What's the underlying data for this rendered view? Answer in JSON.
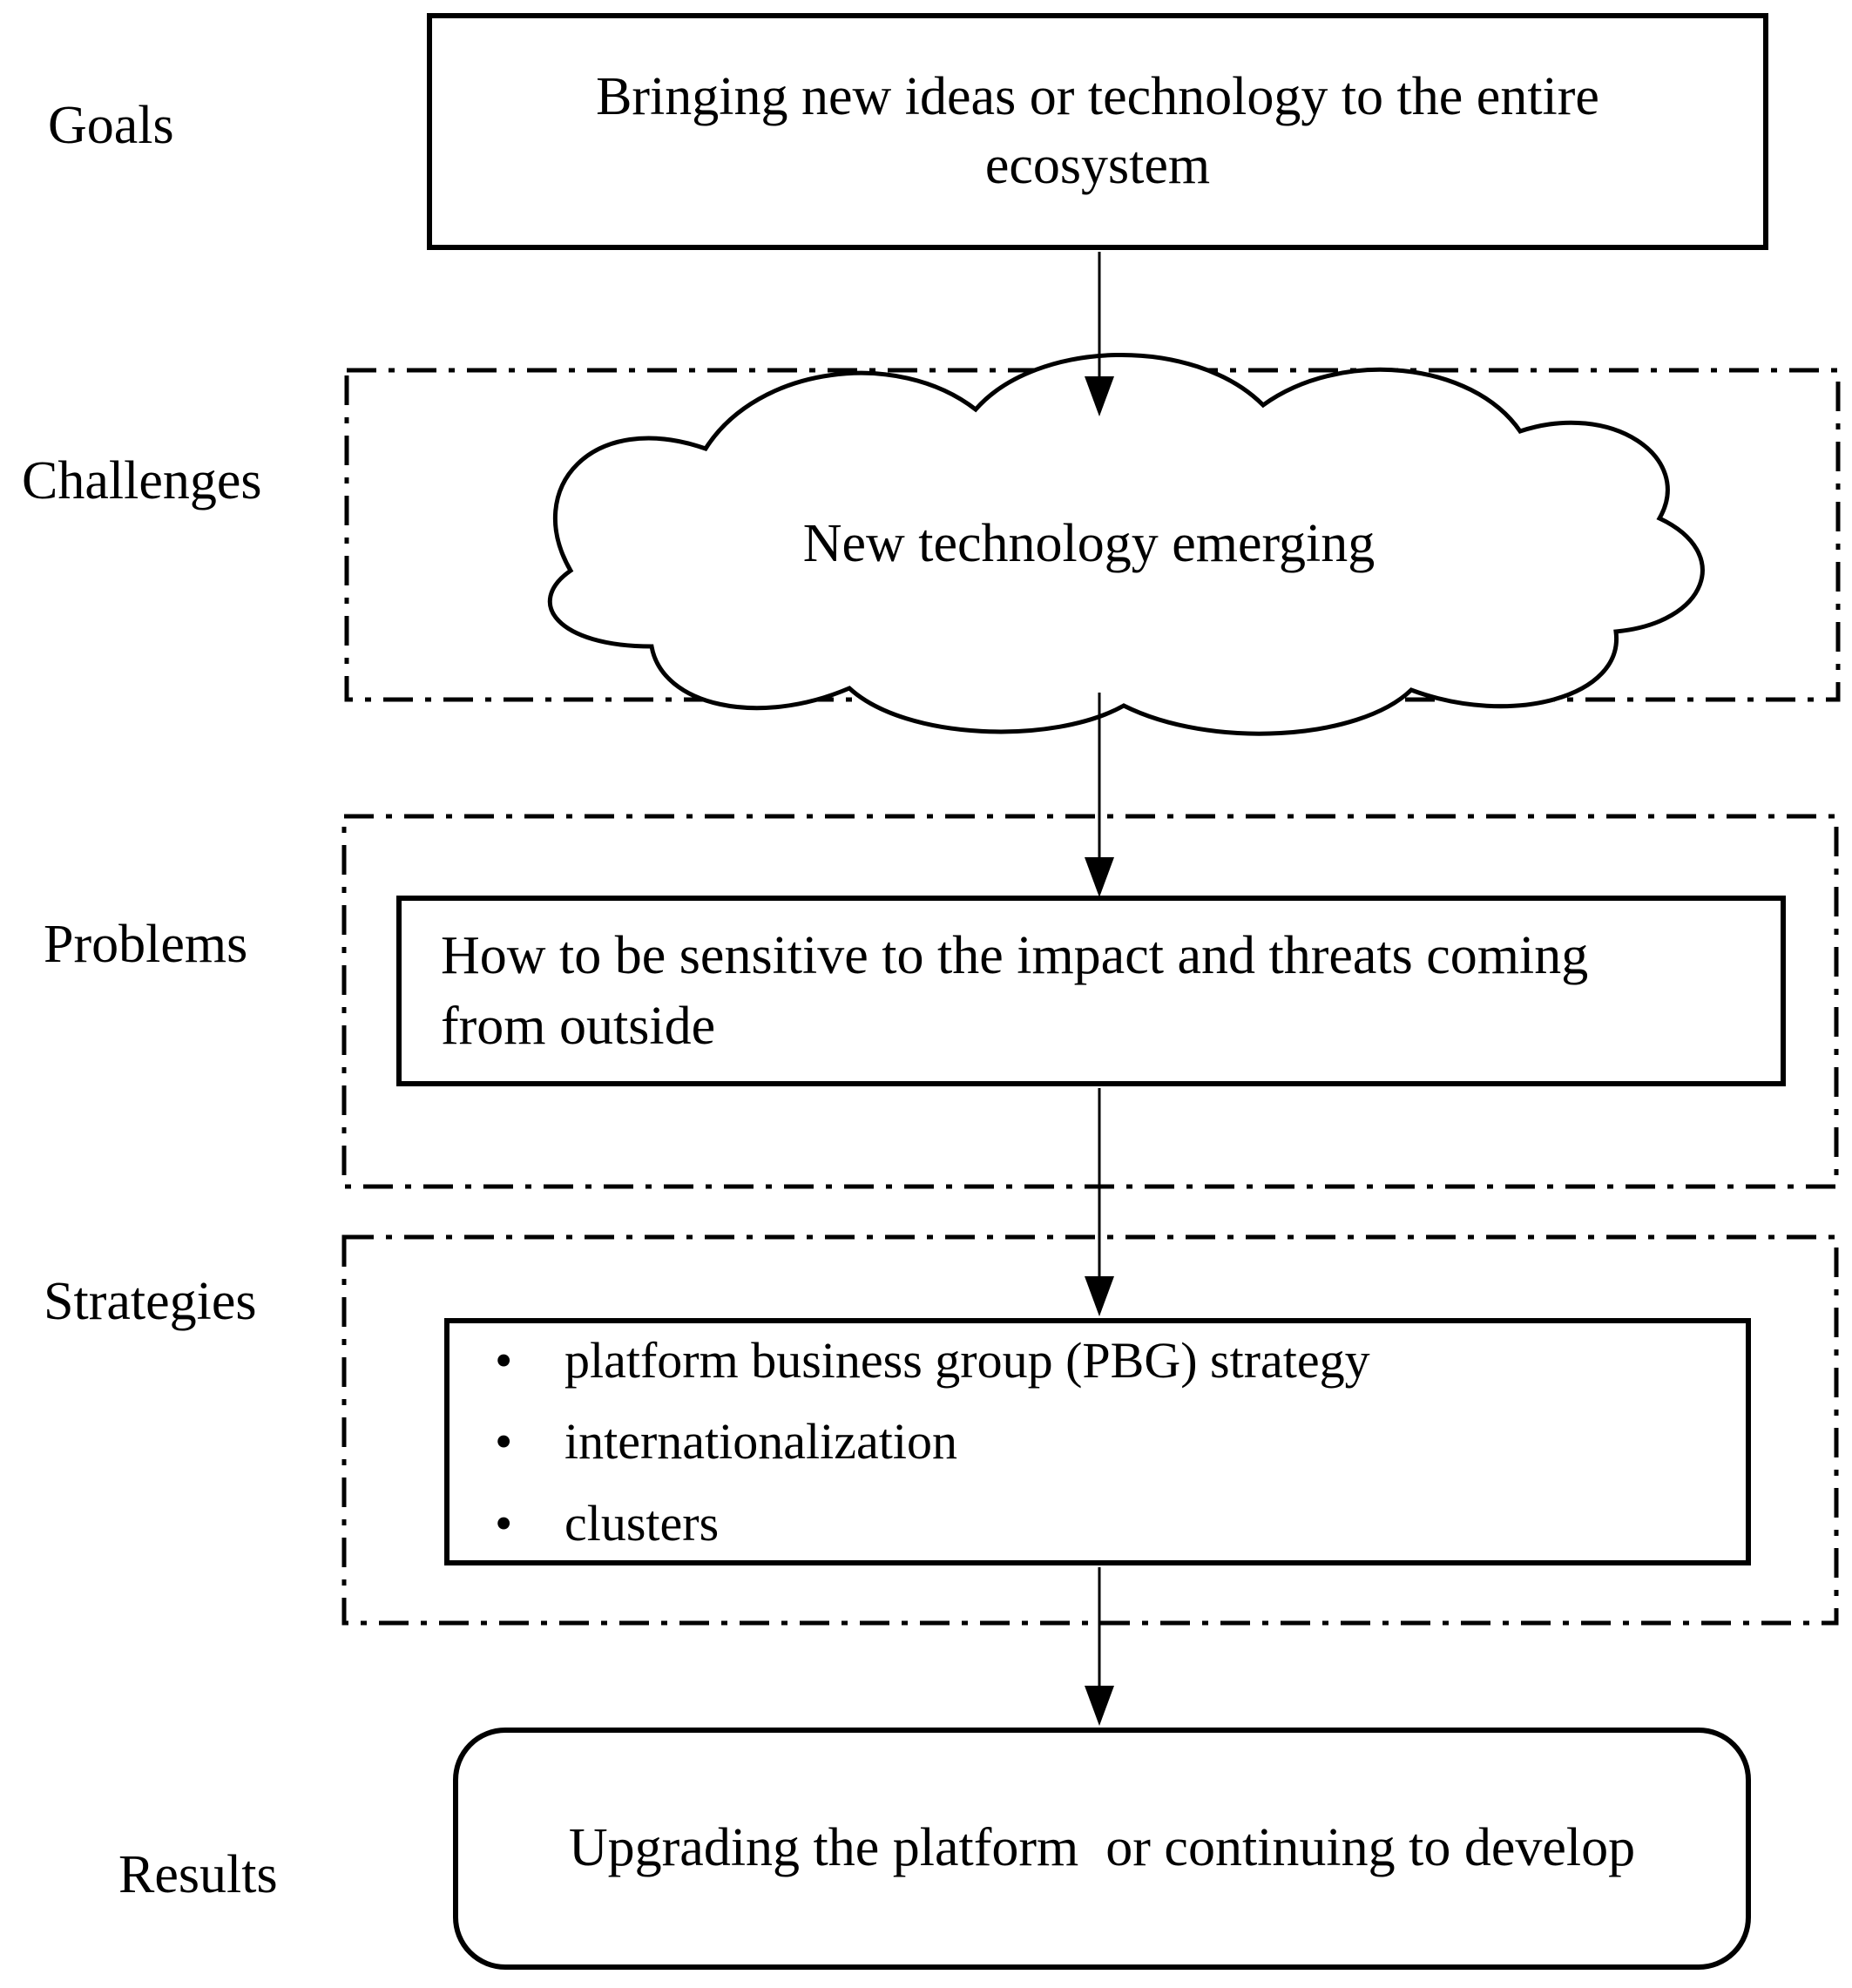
{
  "ui": {
    "bullet_glyph": "•"
  },
  "labels": {
    "goals": "Goals",
    "challenges": "Challenges",
    "problems": "Problems",
    "strategies": "Strategies",
    "results": "Results"
  },
  "nodes": {
    "goal_box": "Bringing new ideas or technology to the entire\necosystem",
    "challenge_cloud": "New technology emerging",
    "problem_box": "How to be sensitive to the impact and threats coming\nfrom outside",
    "strategy_items": [
      "platform business group (PBG) strategy",
      "internationalization",
      "clusters"
    ],
    "result_box": "Upgrading the platform  or continuing to develop"
  },
  "colors": {
    "ink": "#000000",
    "background": "#ffffff"
  }
}
